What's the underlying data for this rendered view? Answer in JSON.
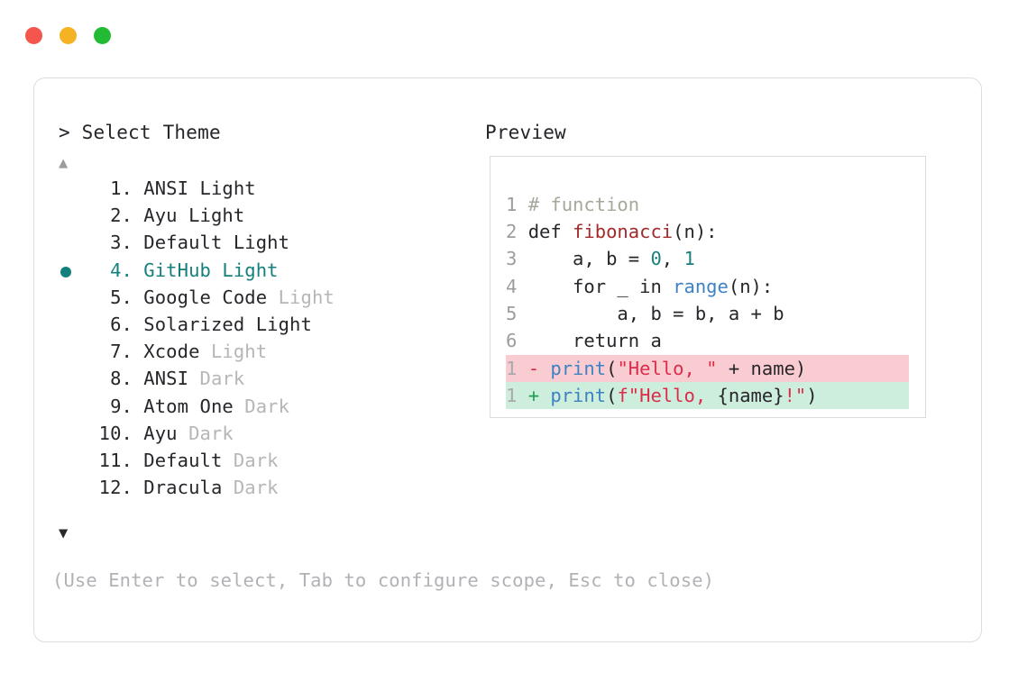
{
  "window": {
    "buttons": [
      {
        "name": "close",
        "color": "#f4564d"
      },
      {
        "name": "minimize",
        "color": "#f5b324"
      },
      {
        "name": "maximize",
        "color": "#22bb33"
      }
    ]
  },
  "selector": {
    "prompt": "> Select Theme",
    "scroll_up_indicator": "▲",
    "scroll_down_indicator": "▼",
    "selected_index": 4,
    "items": [
      {
        "index": "1.",
        "name": "ANSI",
        "suffix": " Light",
        "suffix_dim": false
      },
      {
        "index": "2.",
        "name": "Ayu",
        "suffix": " Light",
        "suffix_dim": false
      },
      {
        "index": "3.",
        "name": "Default",
        "suffix": " Light",
        "suffix_dim": false
      },
      {
        "index": "4.",
        "name": "GitHub",
        "suffix": " Light",
        "suffix_dim": false
      },
      {
        "index": "5.",
        "name": "Google Code",
        "suffix": " Light",
        "suffix_dim": true
      },
      {
        "index": "6.",
        "name": "Solarized",
        "suffix": " Light",
        "suffix_dim": false
      },
      {
        "index": "7.",
        "name": "Xcode",
        "suffix": " Light",
        "suffix_dim": true
      },
      {
        "index": "8.",
        "name": "ANSI",
        "suffix": " Dark",
        "suffix_dim": true
      },
      {
        "index": "9.",
        "name": "Atom One",
        "suffix": " Dark",
        "suffix_dim": true
      },
      {
        "index": "10.",
        "name": "Ayu",
        "suffix": " Dark",
        "suffix_dim": true
      },
      {
        "index": "11.",
        "name": "Default",
        "suffix": " Dark",
        "suffix_dim": true
      },
      {
        "index": "12.",
        "name": "Dracula",
        "suffix": " Dark",
        "suffix_dim": true
      }
    ]
  },
  "preview": {
    "title": "Preview",
    "code_lines": [
      {
        "ln": "1",
        "tokens": [
          {
            "t": "# function",
            "c": "cmt"
          }
        ]
      },
      {
        "ln": "2",
        "tokens": [
          {
            "t": "def ",
            "c": "kw"
          },
          {
            "t": "fibonacci",
            "c": "fn"
          },
          {
            "t": "(n):",
            "c": "kw"
          }
        ]
      },
      {
        "ln": "3",
        "tokens": [
          {
            "t": "    a, b = ",
            "c": "kw"
          },
          {
            "t": "0",
            "c": "num"
          },
          {
            "t": ", ",
            "c": "kw"
          },
          {
            "t": "1",
            "c": "num"
          }
        ]
      },
      {
        "ln": "4",
        "tokens": [
          {
            "t": "    for _ in ",
            "c": "kw"
          },
          {
            "t": "range",
            "c": "bi"
          },
          {
            "t": "(n):",
            "c": "kw"
          }
        ]
      },
      {
        "ln": "5",
        "tokens": [
          {
            "t": "        a, b = b, a + b",
            "c": "kw"
          }
        ]
      },
      {
        "ln": "6",
        "tokens": [
          {
            "t": "    return a",
            "c": "kw"
          }
        ]
      }
    ],
    "diff_lines": [
      {
        "ln": "1",
        "kind": "del",
        "marker": "-",
        "tokens": [
          {
            "t": "print",
            "c": "bi"
          },
          {
            "t": "(",
            "c": "pl"
          },
          {
            "t": "\"Hello, \"",
            "c": "str"
          },
          {
            "t": " + name)",
            "c": "pl"
          }
        ]
      },
      {
        "ln": "1",
        "kind": "add",
        "marker": "+",
        "tokens": [
          {
            "t": "print",
            "c": "bi"
          },
          {
            "t": "(",
            "c": "pl"
          },
          {
            "t": "f\"Hello, ",
            "c": "str"
          },
          {
            "t": "{name}",
            "c": "pl"
          },
          {
            "t": "!\"",
            "c": "str"
          },
          {
            "t": ")",
            "c": "pl"
          }
        ]
      }
    ]
  },
  "footer": {
    "hint": "(Use Enter to select, Tab to configure scope, Esc to close)"
  }
}
